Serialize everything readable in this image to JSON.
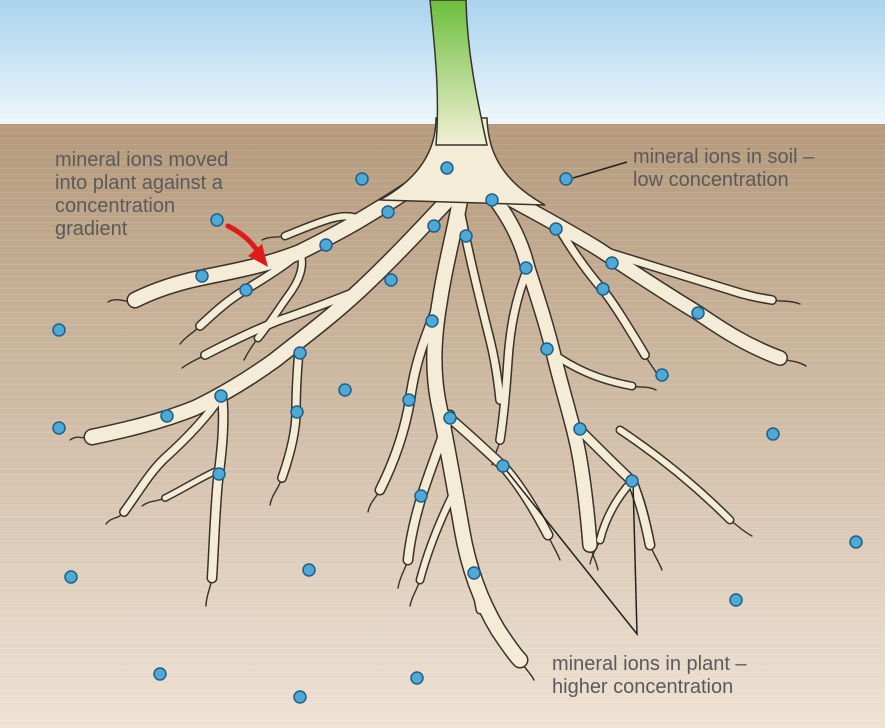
{
  "colors": {
    "sky_top": "#a9d3ee",
    "sky_bottom": "#eef7fc",
    "soil_top": "#b59a7c",
    "soil_bottom": "#eee2d4",
    "root_fill": "#f5ecd8",
    "root_outline": "#3a3128",
    "stem_top": "#6cbf3e",
    "stem_bottom": "#f2efd6",
    "ion_fill": "#4fa9d6",
    "ion_stroke": "#1e5f86",
    "arrow": "#e01a1a",
    "text": "#5a5a5a",
    "leader": "#222222"
  },
  "labels": {
    "against_gradient": {
      "lines": [
        "mineral ions moved",
        "into plant against a",
        "concentration",
        "gradient"
      ]
    },
    "soil_low": {
      "lines": [
        "mineral ions in soil –",
        "low concentration"
      ]
    },
    "plant_high": {
      "lines": [
        "mineral ions in plant –",
        "higher concentration"
      ]
    }
  }
}
